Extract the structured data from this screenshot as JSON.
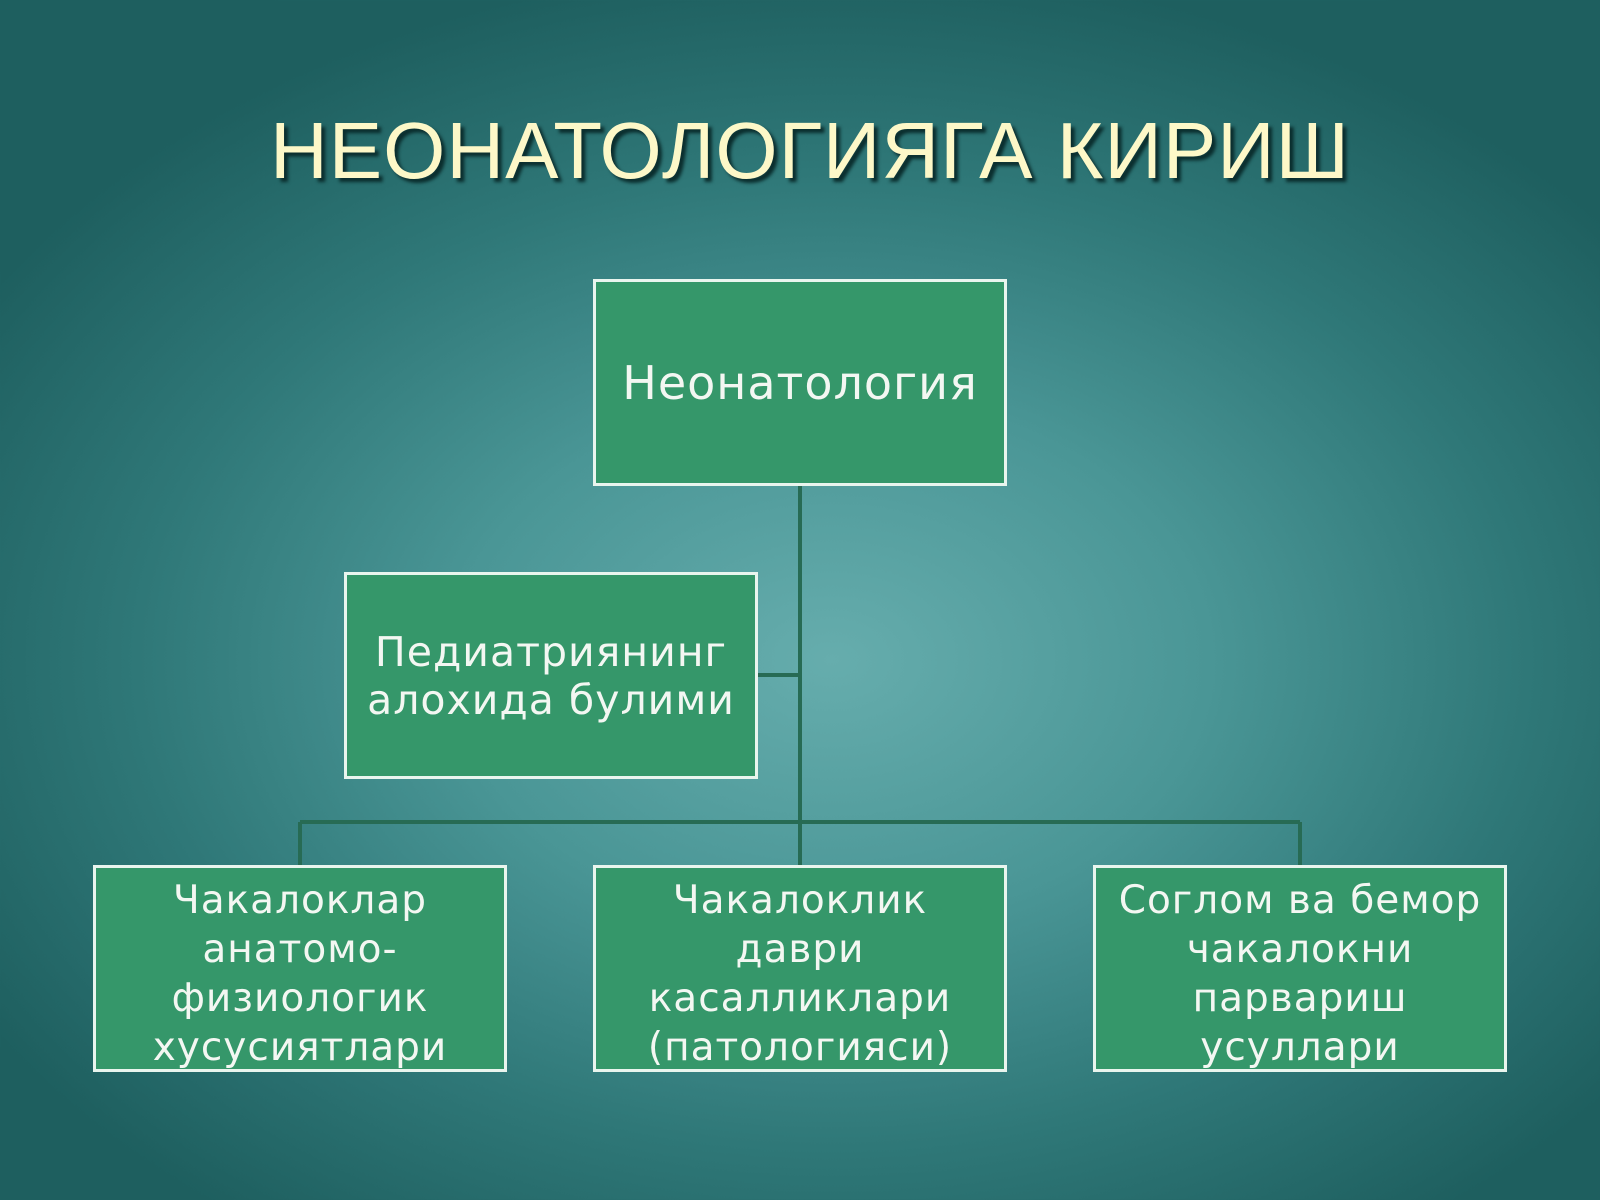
{
  "title": "НЕОНАТОЛОГИЯГА КИРИШ",
  "colors": {
    "background": "#4a9696",
    "box_fill": "#35976a",
    "box_border": "#e9f5ee",
    "title_text": "#fdf8c8",
    "connector": "#276b54"
  },
  "org_chart": {
    "root": {
      "label": "Неонатология"
    },
    "assistant": {
      "lines": [
        "Педиатриянинг",
        "алохида булими"
      ]
    },
    "children": [
      {
        "lines": [
          "Чакалоклар",
          "анатомо-",
          "физиологик",
          "хусусиятлари"
        ]
      },
      {
        "lines": [
          "Чакалоклик",
          "даври",
          "касалликлари",
          "(патологияси)"
        ]
      },
      {
        "lines": [
          "Соглом ва бемор",
          "чакалокни",
          "парвариш",
          "усуллари"
        ]
      }
    ]
  }
}
